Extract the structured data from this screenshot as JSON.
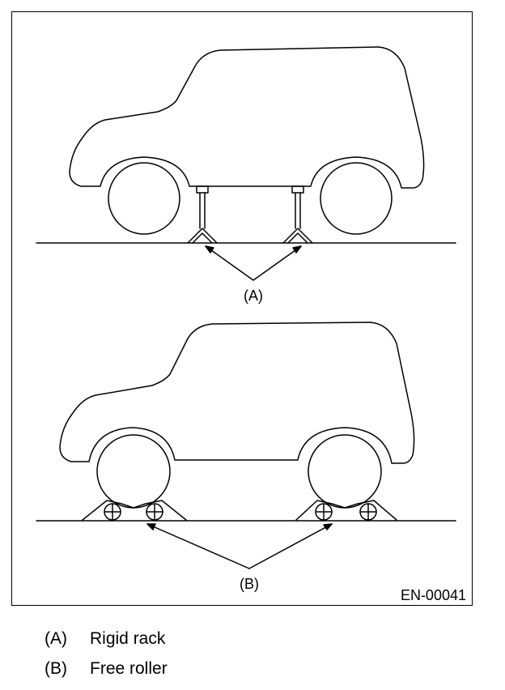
{
  "figure": {
    "code": "EN-00041",
    "label_a": "(A)",
    "label_b": "(B)"
  },
  "legend": [
    {
      "key": "(A)",
      "text": "Rigid rack"
    },
    {
      "key": "(B)",
      "text": "Free roller"
    }
  ],
  "colors": {
    "line": "#000000",
    "background": "#ffffff"
  }
}
